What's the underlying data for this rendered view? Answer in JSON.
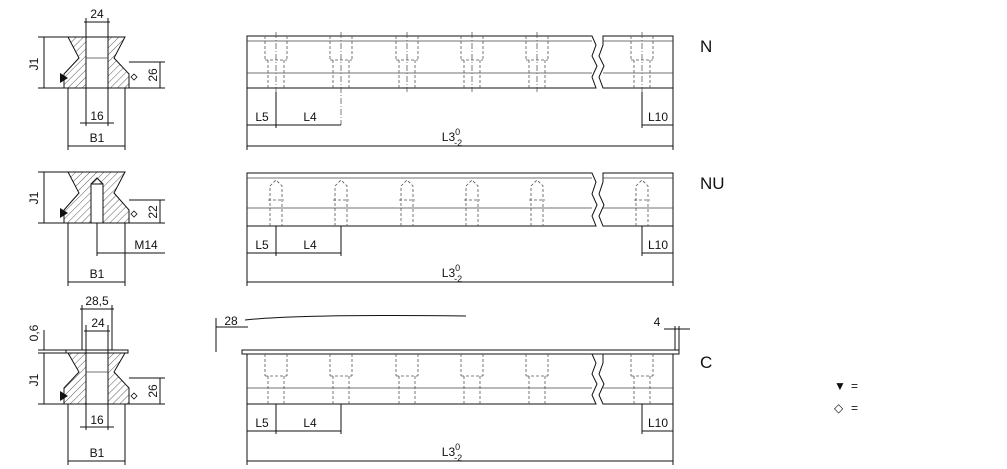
{
  "views": [
    {
      "type_label": "N",
      "width_top": "24",
      "height_left": "J1",
      "height_right": "26",
      "hole_bottom": "16",
      "width_bottom": "B1",
      "dim_l5": "L5",
      "dim_l4": "L4",
      "dim_l10": "L10",
      "dim_l3": "L3",
      "dim_l3_sup": "0",
      "dim_l3_sub": "-2"
    },
    {
      "type_label": "NU",
      "height_left": "J1",
      "height_right": "22",
      "thread": "M14",
      "width_bottom": "B1",
      "dim_l5": "L5",
      "dim_l4": "L4",
      "dim_l10": "L10",
      "dim_l3": "L3",
      "dim_l3_sup": "0",
      "dim_l3_sub": "-2"
    },
    {
      "type_label": "C",
      "width_outer": "28,5",
      "width_top": "24",
      "cover_thickness": "0,6",
      "height_left": "J1",
      "height_right": "26",
      "hole_bottom": "16",
      "width_bottom": "B1",
      "cover_offset_left": "28",
      "cover_offset_right": "4",
      "dim_l5": "L5",
      "dim_l4": "L4",
      "dim_l10": "L10",
      "dim_l3": "L3",
      "dim_l3_sup": "0",
      "dim_l3_sub": "-2"
    }
  ],
  "legend": [
    {
      "symbol": "▼",
      "text": "="
    },
    {
      "symbol": "◇",
      "text": "="
    }
  ]
}
